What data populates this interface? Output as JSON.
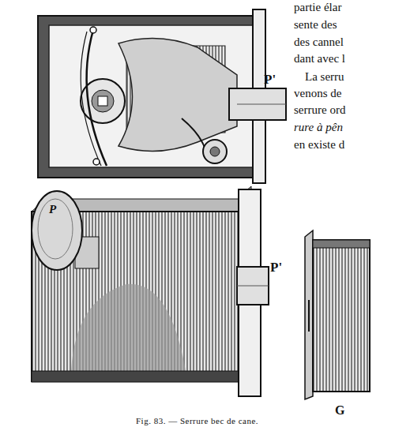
{
  "diagram": {
    "caption": "Fig. 83. — Serrure bec de cane.",
    "labels": [
      "P'",
      "partie élar",
      "sente des",
      "des cannel",
      "dant avec l",
      "La serru",
      "venons de",
      "serrure ord",
      "rure à pên",
      "en existe d",
      "P",
      "P'",
      "G"
    ]
  }
}
